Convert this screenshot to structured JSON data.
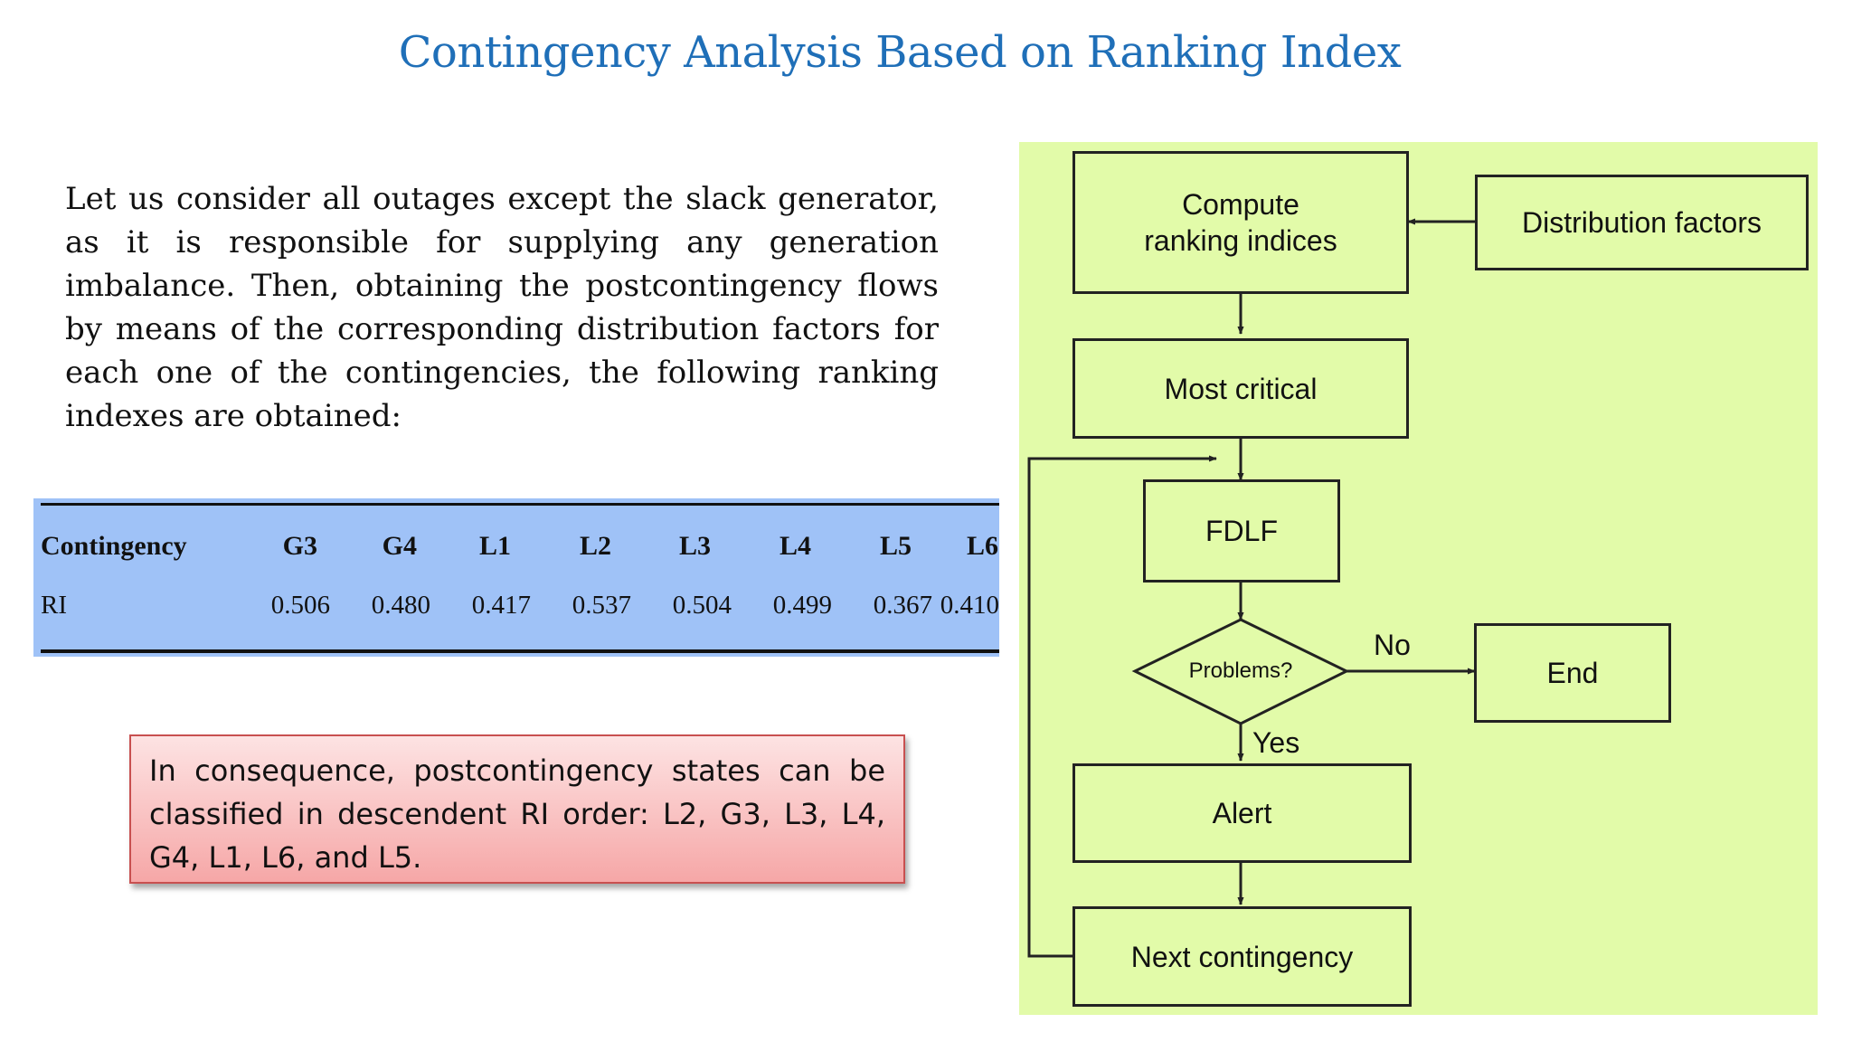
{
  "slide": {
    "title": "Contingency Analysis Based on Ranking Index",
    "intro": "Let us consider all outages except the slack generator, as it is responsible for supplying any generation imbalance. Then, obtaining the postcontingency flows by means of the corresponding distribution factors for each one of the contingencies, the following ranking indexes are obtained:",
    "conclusion": "In consequence, postcontingency states can be classified in descendent RI order: L2, G3, L3, L4, G4, L1, L6, and L5."
  },
  "table": {
    "row_header": "Contingency",
    "row_label": "RI",
    "columns": [
      "G3",
      "G4",
      "L1",
      "L2",
      "L3",
      "L4",
      "L5",
      "L6"
    ],
    "values": [
      "0.506",
      "0.480",
      "0.417",
      "0.537",
      "0.504",
      "0.499",
      "0.367",
      "0.410"
    ]
  },
  "flowchart": {
    "compute": "Compute\nranking indices",
    "distribution": "Distribution factors",
    "most_critical": "Most critical",
    "fdlf": "FDLF",
    "decision": "Problems?",
    "no_label": "No",
    "yes_label": "Yes",
    "end": "End",
    "alert": "Alert",
    "next": "Next contingency"
  }
}
